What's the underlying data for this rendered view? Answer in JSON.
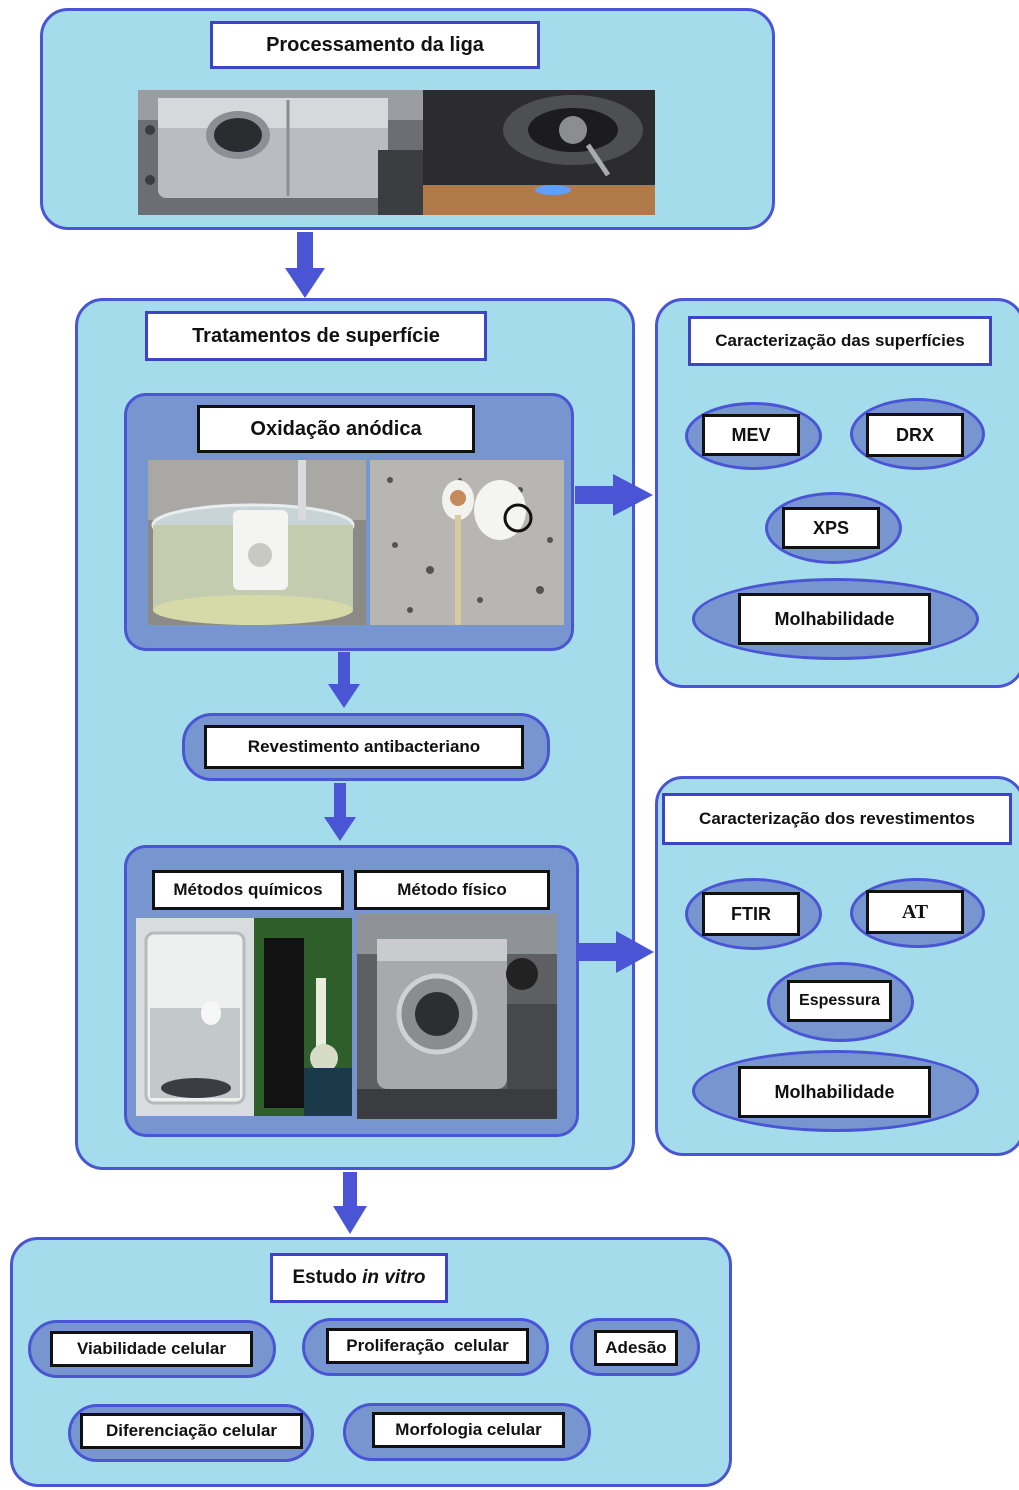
{
  "top": {
    "title": "Processamento da liga"
  },
  "surface": {
    "title": "Tratamentos de  superfície",
    "oxidation": "Oxidação anódica",
    "coating": "Revestimento antibacteriano",
    "chemical": "Métodos químicos",
    "physical": "Método físico"
  },
  "surface_char": {
    "title": "Caracterização das  superfícies",
    "items": [
      "MEV",
      "DRX",
      "XPS",
      "Molhabilidade"
    ]
  },
  "coating_char": {
    "title": "Caracterização dos revestimentos",
    "items": [
      "FTIR",
      "AT",
      "Espessura",
      "Molhabilidade"
    ]
  },
  "invitro": {
    "title_prefix": "Estudo ",
    "title_italic": "in vitro",
    "items": [
      "Viabilidade celular",
      "Proliferação  celular",
      "Adesão",
      "Diferenciação celular",
      "Morfologia celular"
    ]
  },
  "colors": {
    "panel": "#a4dceb",
    "inner": "#7796cf",
    "border": "#4a55d6",
    "arrow": "#4a55d6"
  }
}
